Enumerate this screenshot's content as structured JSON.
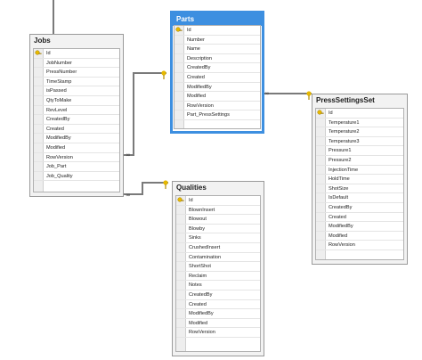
{
  "colors": {
    "selected_border": "#3d8fe0",
    "table_border": "#9a9a9a",
    "key_icon": "#e6b800",
    "connector": "#7a7a7a"
  },
  "tables": {
    "jobs": {
      "title": "Jobs",
      "fields": [
        "Id",
        "JobNumber",
        "PressNumber",
        "TimeStamp",
        "isPassed",
        "QtyToMake",
        "RevLevel",
        "CreatedBy",
        "Created",
        "ModifiedBy",
        "Modified",
        "RowVersion",
        "Job_Part",
        "Job_Quality"
      ]
    },
    "parts": {
      "title": "Parts",
      "selected": true,
      "fields": [
        "Id",
        "Number",
        "Name",
        "Description",
        "CreatedBy",
        "Created",
        "ModifiedBy",
        "Modified",
        "RowVersion",
        "Part_PressSettings"
      ]
    },
    "press": {
      "title": "PressSettingsSet",
      "fields": [
        "Id",
        "Temperature1",
        "Temperature2",
        "Temperature3",
        "Pressure1",
        "Pressure2",
        "InjectionTime",
        "HoldTime",
        "ShotSize",
        "IsDefault",
        "CreatedBy",
        "Created",
        "ModifiedBy",
        "Modified",
        "RowVersion"
      ]
    },
    "qualities": {
      "title": "Qualities",
      "fields": [
        "Id",
        "BlownInsert",
        "Blowout",
        "Blowby",
        "Sinks",
        "CrushedInsert",
        "Contamination",
        "ShortShot",
        "Reclaim",
        "Notes",
        "CreatedBy",
        "Created",
        "ModifiedBy",
        "Modified",
        "RowVersion"
      ]
    }
  }
}
